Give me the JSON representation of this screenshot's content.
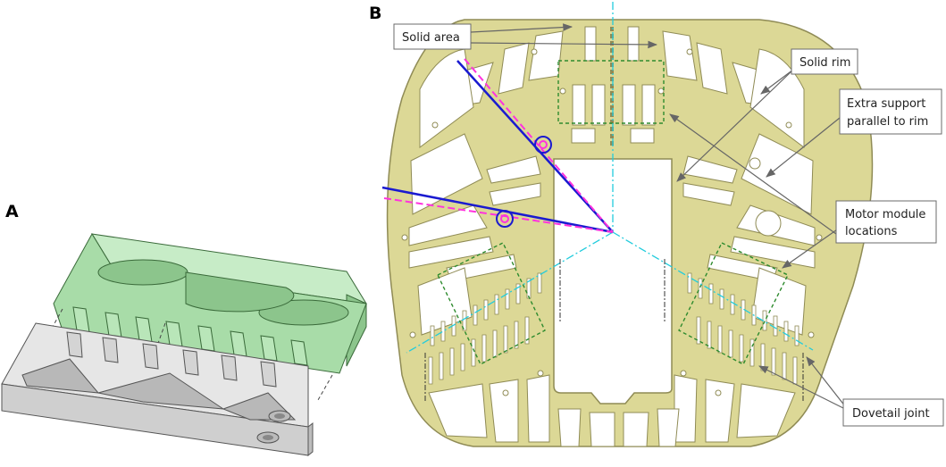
{
  "panels": {
    "a": {
      "label": "A"
    },
    "b": {
      "label": "B"
    }
  },
  "callouts": {
    "solid_area": [
      "Solid area"
    ],
    "solid_rim": [
      "Solid rim"
    ],
    "extra_support": [
      "Extra support",
      "parallel to rim"
    ],
    "motor_module": [
      "Motor module",
      "locations"
    ],
    "dovetail": [
      "Dovetail joint"
    ]
  },
  "colors": {
    "frame_fill": "#dcd896",
    "frame_stroke": "#8f8b55",
    "green_part": "#a8dca8",
    "grey_part": "#d9d9d9",
    "blue_line": "#1a1ad0",
    "magenta_dash": "#ff33dd",
    "cyan_centerline": "#22ccdd",
    "green_dashed_box": "#2e8b2e",
    "arrow": "#666666"
  },
  "icons": {
    "arrow": "arrow-head-icon"
  }
}
